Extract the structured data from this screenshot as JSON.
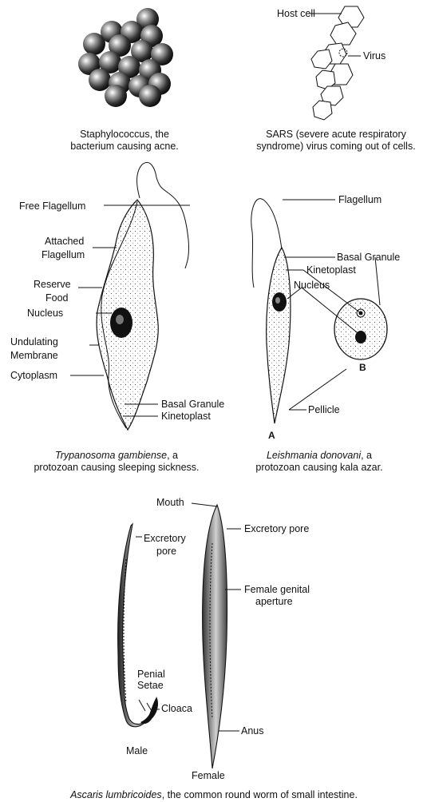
{
  "figure1": {
    "caption_line1": "Staphylococcus, the",
    "caption_line2": "bacterium causing acne."
  },
  "figure2": {
    "label_host_cell": "Host cell",
    "label_virus": "Virus",
    "caption_line1": "SARS (severe acute respiratory",
    "caption_line2": "syndrome) virus coming out of cells."
  },
  "figure3": {
    "label_free_flagellum": "Free Flagellum",
    "label_attached_1": "Attached",
    "label_attached_2": "Flagellum",
    "label_reserve_1": "Reserve",
    "label_reserve_2": "Food",
    "label_nucleus": "Nucleus",
    "label_undulating_1": "Undulating",
    "label_undulating_2": "Membrane",
    "label_cytoplasm": "Cytoplasm",
    "label_basal_granule": "Basal Granule",
    "label_kinetoplast": "Kinetoplast",
    "caption_italic": "Trypanosoma gambiense",
    "caption_rest": ", a",
    "caption_line2": "protozoan causing sleeping sickness."
  },
  "figure4": {
    "label_flagellum": "Flagellum",
    "label_basal_granule": "Basal Granule",
    "label_kinetoplast": "Kinetoplast",
    "label_nucleus": "Nucleus",
    "label_pellicle": "Pellicle",
    "label_a": "A",
    "label_b": "B",
    "caption_italic": "Leishmania donovani",
    "caption_rest": ", a",
    "caption_line2": "protozoan causing kala azar."
  },
  "figure5": {
    "label_mouth": "Mouth",
    "label_excretory_pore_left_1": "Excretory",
    "label_excretory_pore_left_2": "pore",
    "label_excretory_pore_right": "Excretory pore",
    "label_female_genital_1": "Female genital",
    "label_female_genital_2": "aperture",
    "label_penial_1": "Penial",
    "label_penial_2": "Setae",
    "label_cloaca": "Cloaca",
    "label_male": "Male",
    "label_anus": "Anus",
    "label_female": "Female",
    "caption_italic": "Ascaris lumbricoides",
    "caption_rest": ", the common round worm of small intestine."
  }
}
